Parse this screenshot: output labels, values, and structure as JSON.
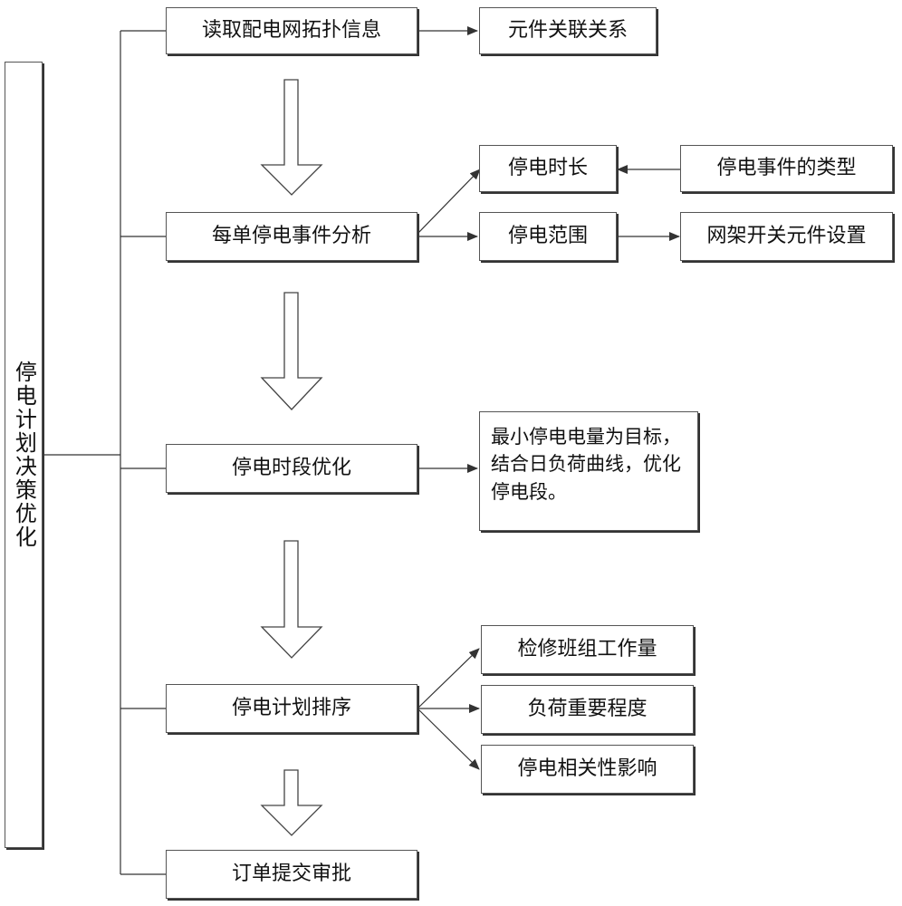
{
  "root": {
    "label": "停电计划决策优化"
  },
  "steps": [
    {
      "label": "读取配电网拓扑信息"
    },
    {
      "label": "每单停电事件分析"
    },
    {
      "label": "停电时段优化"
    },
    {
      "label": "停电计划排序"
    },
    {
      "label": "订单提交审批"
    }
  ],
  "details": {
    "element_relation": "元件关联关系",
    "outage_duration": "停电时长",
    "outage_event_type": "停电事件的类型",
    "outage_range": "停电范围",
    "grid_switch_setting": "网架开关元件设置",
    "period_objective": "最小停电电量为目标，结合日负荷曲线，优化停电段。",
    "crew_workload": "检修班组工作量",
    "load_importance": "负荷重要程度",
    "outage_correlation": "停电相关性影响"
  },
  "colors": {
    "line": "#333333",
    "border": "#555555",
    "arrow_fill": "#ffffff"
  }
}
